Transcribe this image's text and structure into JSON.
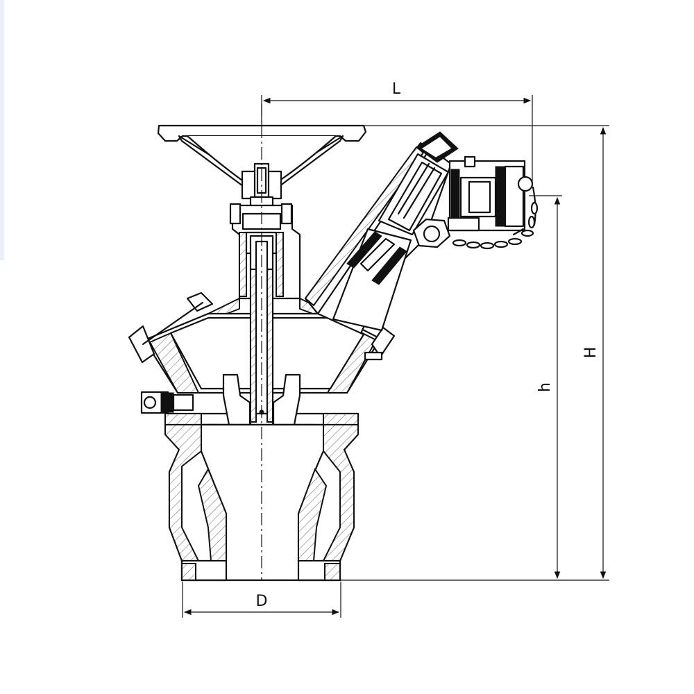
{
  "diagram": {
    "dimensions": {
      "L": "L",
      "H": "H",
      "h": "h",
      "D": "D"
    },
    "colors": {
      "line": "#111111",
      "background": "#ffffff"
    }
  }
}
